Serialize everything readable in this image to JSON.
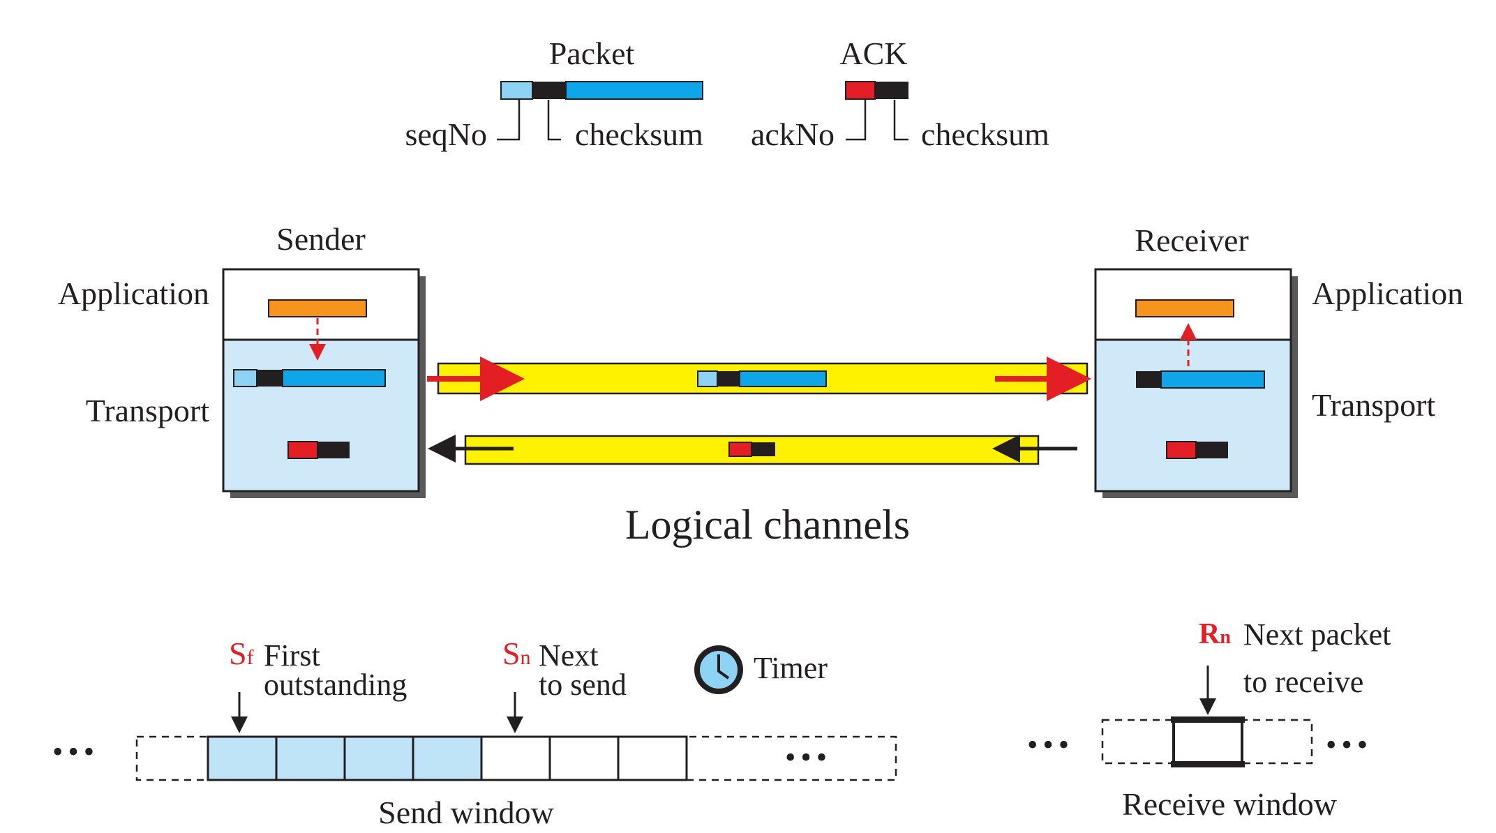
{
  "legend": {
    "packet_label": "Packet",
    "ack_label": "ACK",
    "packet_seq_label": "seqNo",
    "packet_checksum_label": "checksum",
    "ack_no_label": "ackNo",
    "ack_checksum_label": "checksum"
  },
  "sender": {
    "title": "Sender",
    "application_label": "Application",
    "transport_label": "Transport"
  },
  "receiver": {
    "title": "Receiver",
    "application_label": "Application",
    "transport_label": "Transport"
  },
  "channels": {
    "caption": "Logical channels"
  },
  "send_window": {
    "sf_symbol": "S",
    "sf_sub": "f",
    "sf_line1": "First",
    "sf_line2": "outstanding",
    "sn_symbol": "S",
    "sn_sub": "n",
    "sn_line1": "Next",
    "sn_line2": "to send",
    "timer_label": "Timer",
    "caption": "Send window",
    "ellipsis": "• • •"
  },
  "receive_window": {
    "rn_symbol": "R",
    "rn_sub": "n",
    "rn_line1": "Next packet",
    "rn_line2": "to receive",
    "caption": "Receive window",
    "ellipsis": "• • •"
  },
  "colors": {
    "light_blue": "#8fd3f4",
    "blue": "#0ea5e9",
    "black": "#231f20",
    "red": "#e31e24",
    "orange": "#f7941d",
    "yellow": "#fff200",
    "transport_bg": "#cfe9f8",
    "window_fill": "#bfe3f7"
  }
}
